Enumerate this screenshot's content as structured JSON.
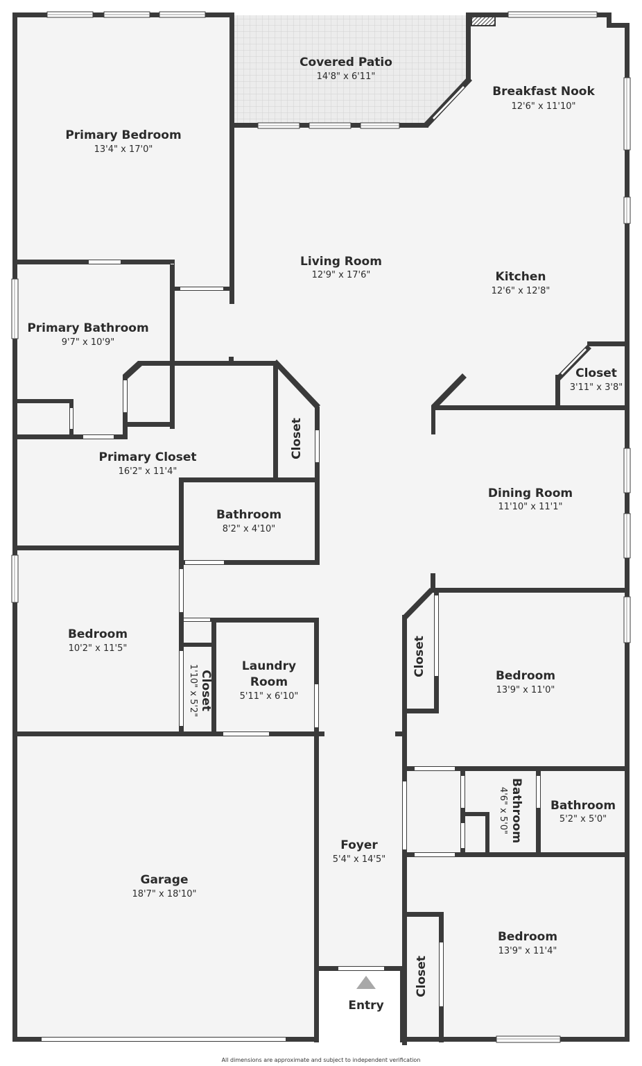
{
  "rooms": {
    "covered_patio": {
      "name": "Covered Patio",
      "dims": "14'8\" x 6'11\""
    },
    "breakfast_nook": {
      "name": "Breakfast Nook",
      "dims": "12'6\" x 11'10\""
    },
    "primary_bedroom": {
      "name": "Primary Bedroom",
      "dims": "13'4\" x 17'0\""
    },
    "living_room": {
      "name": "Living Room",
      "dims": "12'9\" x 17'6\""
    },
    "kitchen": {
      "name": "Kitchen",
      "dims": "12'6\" x 12'8\""
    },
    "primary_bathroom": {
      "name": "Primary Bathroom",
      "dims": "9'7\" x 10'9\""
    },
    "closet_kitchen": {
      "name": "Closet",
      "dims": "3'11\" x 3'8\""
    },
    "closet_hall": {
      "name": "Closet"
    },
    "primary_closet": {
      "name": "Primary Closet",
      "dims": "16'2\" x 11'4\""
    },
    "dining_room": {
      "name": "Dining Room",
      "dims": "11'10\" x 11'1\""
    },
    "bathroom_hall": {
      "name": "Bathroom",
      "dims": "8'2\" x 4'10\""
    },
    "bedroom_left": {
      "name": "Bedroom",
      "dims": "10'2\" x 11'5\""
    },
    "laundry_room": {
      "name": "Laundry Room",
      "name_line1": "Laundry",
      "name_line2": "Room",
      "dims": "5'11\" x 6'10\""
    },
    "closet_laundry": {
      "name": "Closet",
      "dims": "1'10\" x 5'2\""
    },
    "closet_bedroom_right": {
      "name": "Closet"
    },
    "bedroom_right_upper": {
      "name": "Bedroom",
      "dims": "13'9\" x 11'0\""
    },
    "bathroom_small": {
      "name": "Bathroom",
      "dims": "4'6\" x 5'0\""
    },
    "bathroom_right": {
      "name": "Bathroom",
      "dims": "5'2\" x 5'0\""
    },
    "foyer": {
      "name": "Foyer",
      "dims": "5'4\" x 14'5\""
    },
    "garage": {
      "name": "Garage",
      "dims": "18'7\" x 18'10\""
    },
    "bedroom_right_lower": {
      "name": "Bedroom",
      "dims": "13'9\" x 11'4\""
    },
    "closet_bedroom_lower": {
      "name": "Closet"
    }
  },
  "entry": {
    "label": "Entry"
  },
  "footer": {
    "disclaimer": "All dimensions are approximate and subject to independent verification"
  },
  "colors": {
    "wall": "#3a3a3a",
    "floor": "#f4f4f4",
    "patio": "#ececec",
    "arrow": "#a8a8a8"
  }
}
